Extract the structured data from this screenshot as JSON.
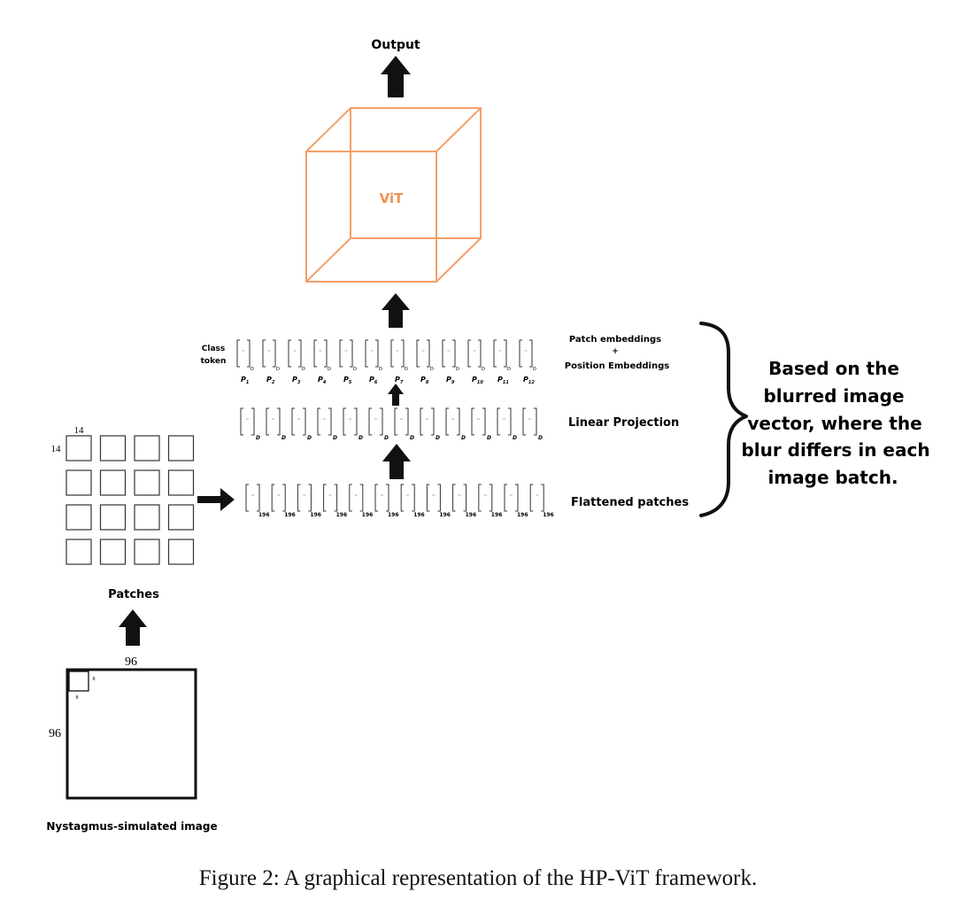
{
  "labels": {
    "output": "Output",
    "vit": "ViT",
    "class_token": [
      "Class",
      "token"
    ],
    "patch_embeddings": [
      "Patch embeddings",
      "+",
      "Position Embeddings"
    ],
    "linear_projection": "Linear Projection",
    "flattened_patches": "Flattened patches",
    "patches": "Patches",
    "image_caption": "Nystagmus-simulated image",
    "patch_size_top": "14",
    "patch_size_left": "14",
    "image_size_top": "96",
    "image_size_left": "96",
    "inner_patch_w": "8",
    "inner_patch_h": "8"
  },
  "brace_text": [
    "Based on the",
    "blurred image",
    "vector, where the",
    "blur differs in each",
    "image batch."
  ],
  "embedding_subscript": "D",
  "projection_subscript": "D",
  "flattened_subscript": "196",
  "patch_names": [
    "P1",
    "P2",
    "P3",
    "P4",
    "P5",
    "P6",
    "P7",
    "P8",
    "P9",
    "P10",
    "P11",
    "P12"
  ],
  "caption": "Figure 2: A graphical representation of the HP-ViT framework.",
  "colors": {
    "cube": "#f3a06a",
    "vit_text": "#f09050",
    "ink": "#111111"
  }
}
